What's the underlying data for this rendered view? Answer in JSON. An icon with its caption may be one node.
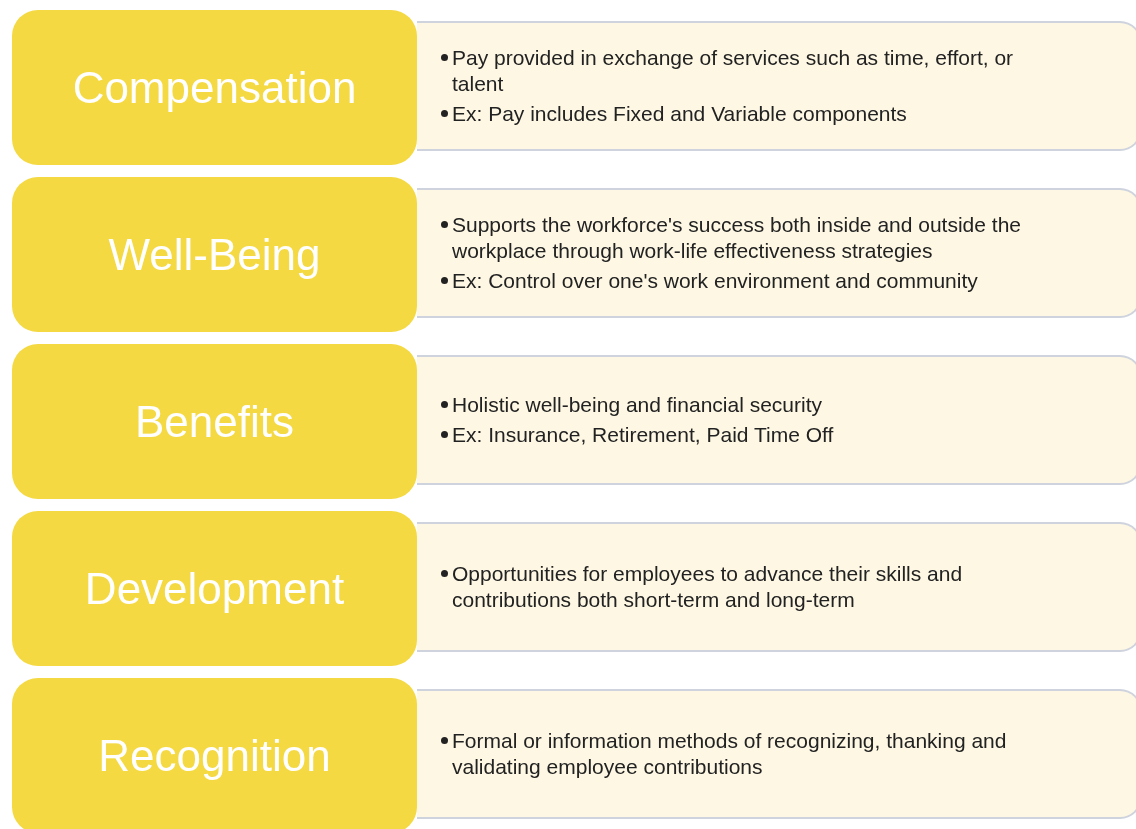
{
  "diagram": {
    "nodes": [
      {
        "text": [
          "Compensation"
        ]
      },
      {
        "text": [
          "Pay provided in exchange of services such as time, effort, or talent",
          "Ex: Pay includes Fixed and Variable components"
        ]
      },
      {
        "text": [
          "Well-Being"
        ]
      },
      {
        "text": [
          "Supports the workforce's success both inside and outside the workplace through work-life effectiveness strategies",
          "Ex: Control over one's work environment and community"
        ]
      },
      {
        "text": [
          "Benefits"
        ]
      },
      {
        "text": [
          "Holistic well-being and financial security",
          "Ex: Insurance, Retirement, Paid Time Off"
        ]
      },
      {
        "text": [
          "Development"
        ]
      },
      {
        "text": [
          "Opportunities for employees to advance their skills and contributions both short-term and long-term"
        ]
      },
      {
        "text": [
          "Recognition"
        ]
      },
      {
        "text": [
          "Formal or information methods of recognizing, thanking and validating employee contributions"
        ]
      }
    ]
  }
}
